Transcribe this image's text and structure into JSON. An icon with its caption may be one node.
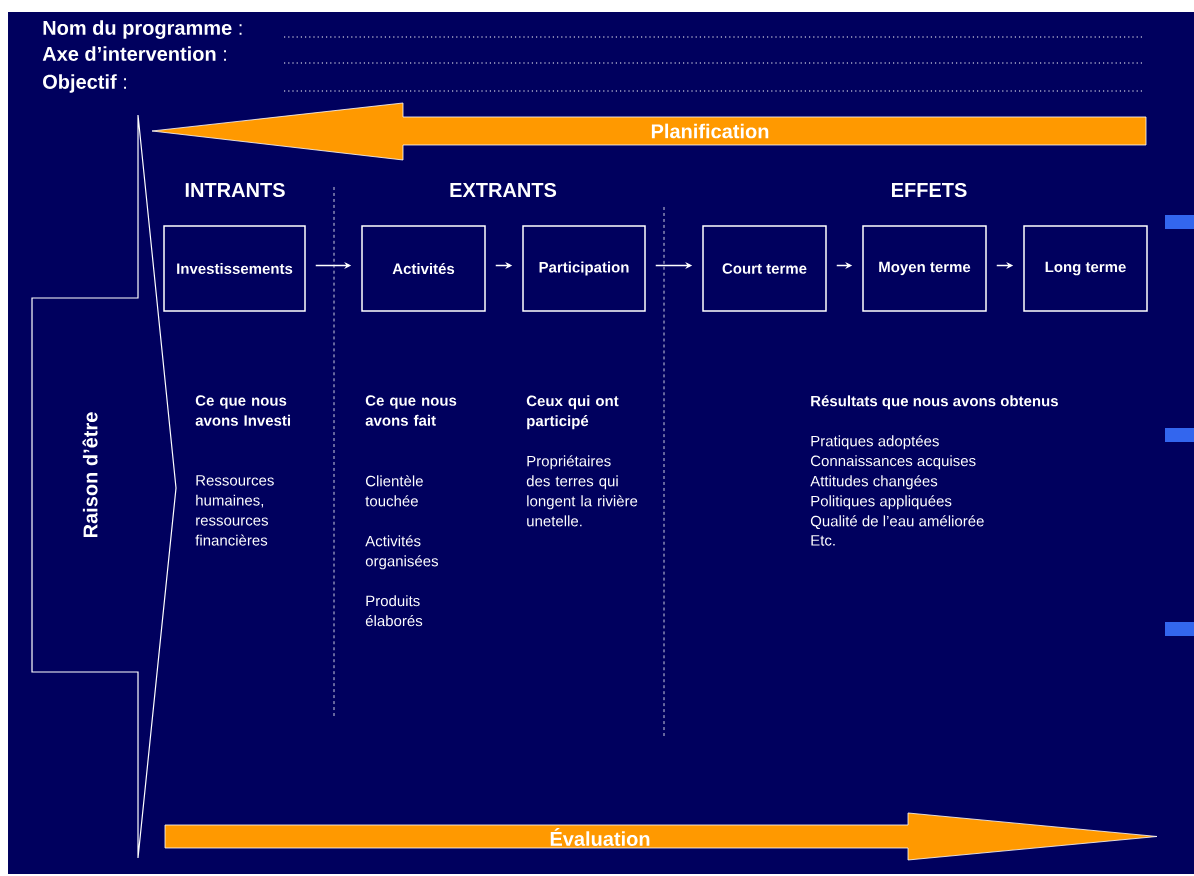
{
  "diagram": {
    "nodes": [
      {
        "text": [
          "Planification"
        ]
      },
      {
        "text": [
          "Investissements"
        ]
      },
      {
        "text": [
          "Activités"
        ]
      },
      {
        "text": [
          "Participation"
        ]
      },
      {
        "text": [
          "Court terme"
        ]
      },
      {
        "text": [
          "Moyen terme"
        ]
      },
      {
        "text": [
          "Long terme"
        ]
      },
      {
        "text": [
          "Raison d’être"
        ]
      },
      {
        "text": [
          "Évaluation"
        ]
      }
    ],
    "edges": [
      {
        "from": 1,
        "to": 2,
        "arrow": "to"
      },
      {
        "from": 2,
        "to": 3,
        "arrow": "to"
      },
      {
        "from": 3,
        "to": 4,
        "arrow": "to"
      },
      {
        "from": 4,
        "to": 5,
        "arrow": "to"
      },
      {
        "from": 5,
        "to": 6,
        "arrow": "to"
      }
    ],
    "labels": [
      "**Nom du programme** :",
      "**Axe d’intervention** :",
      "**Objectif** :",
      "INTRANTS",
      "EXTRANTS",
      "EFFETS",
      "Ce que nous avons Investi",
      "Ce que nous avons fait",
      "Ceux qui ont participé",
      "Résultats que nous avons obtenus",
      "Ressources humaines, ressources financières",
      "Clientèle touchée",
      "Activités organisées",
      "Produits élaborés",
      "Propriétaires des terres qui longent la rivière unetelle.",
      "Pratiques adoptées",
      "Connaissances acquises",
      "Attitudes changées",
      "Politiques appliquées",
      "Qualité de l’eau améliorée",
      "Etc."
    ]
  }
}
